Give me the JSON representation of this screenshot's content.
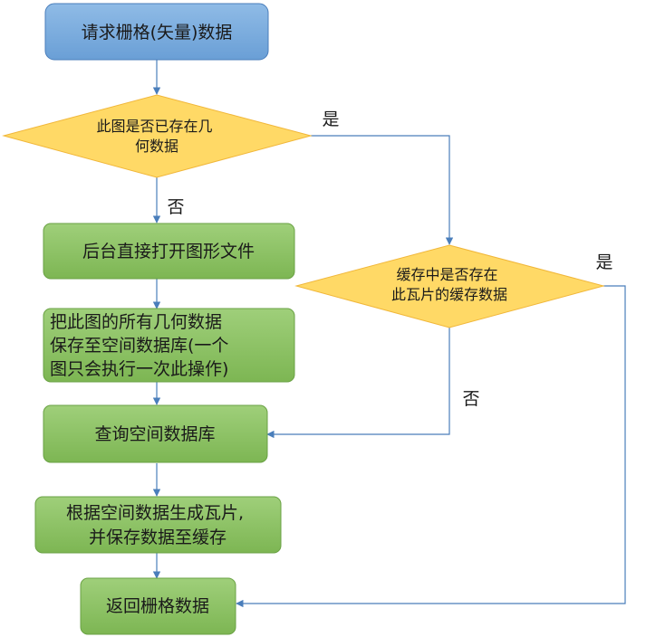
{
  "nodes": {
    "start": {
      "label": "请求栅格(矢量)数据"
    },
    "decision_geometry": {
      "lines": [
        "此图是否已存在几",
        "何数据"
      ]
    },
    "open_file": {
      "label": "后台直接打开图形文件"
    },
    "save_geometry": {
      "lines": [
        "把此图的所有几何数据",
        "保存至空间数据库(一个",
        "图只会执行一次此操作)"
      ]
    },
    "decision_cache": {
      "lines": [
        "缓存中是否存在",
        "此瓦片的缓存数据"
      ]
    },
    "query_db": {
      "label": "查询空间数据库"
    },
    "generate_tile": {
      "lines": [
        "根据空间数据生成瓦片,",
        "并保存数据至缓存"
      ]
    },
    "return_data": {
      "label": "返回栅格数据"
    }
  },
  "edge_labels": {
    "geometry_yes": "是",
    "geometry_no": "否",
    "cache_yes": "是",
    "cache_no": "否"
  },
  "colors": {
    "start_fill": "#6fa8dc",
    "start_stroke": "#4a7ebb",
    "process_fill": "#8cc063",
    "process_stroke": "#6aa244",
    "decision_fill": "#ffd966",
    "decision_stroke": "#f1b73a",
    "edge": "#4a7ebb"
  }
}
